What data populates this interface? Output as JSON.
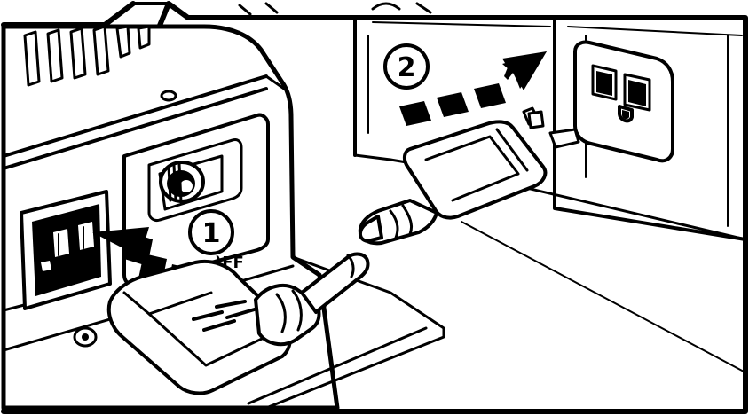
{
  "steps": {
    "step1": "1",
    "step2": "2"
  },
  "switch_label": ")FF",
  "colors": {
    "ink": "#000000",
    "paper": "#ffffff"
  }
}
